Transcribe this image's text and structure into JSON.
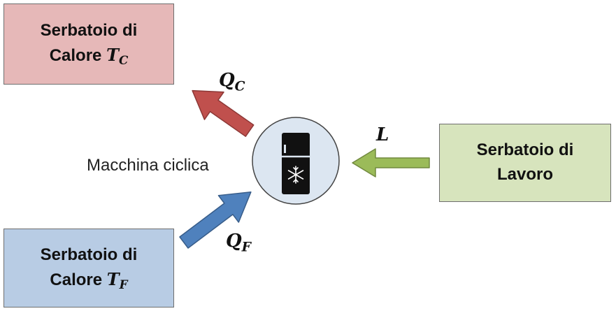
{
  "hot_reservoir": {
    "line1": "Serbatoio di",
    "line2_text": "Calore ",
    "symbol": "T",
    "subscript": "C",
    "fill_color": "#e6b8b8"
  },
  "cold_reservoir": {
    "line1": "Serbatoio di",
    "line2_text": "Calore ",
    "symbol": "T",
    "subscript": "F",
    "fill_color": "#b8cce4"
  },
  "work_reservoir": {
    "line1": "Serbatoio di",
    "line2": "Lavoro",
    "fill_color": "#d7e4bd"
  },
  "machine": {
    "label": "Macchina ciclica",
    "circle_fill": "#dce6f1",
    "icon": "refrigerator-icon"
  },
  "arrows": {
    "heat_hot": {
      "symbol": "Q",
      "subscript": "C",
      "color": "#c0504d"
    },
    "heat_cold": {
      "symbol": "Q",
      "subscript": "F",
      "color": "#4f81bd"
    },
    "work": {
      "symbol": "L",
      "color": "#9bbb59"
    }
  }
}
